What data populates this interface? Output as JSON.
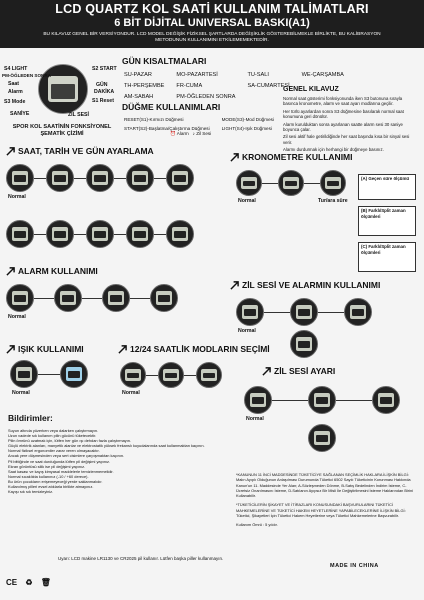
{
  "header": {
    "title": "LCD QUARTZ KOL SAATİ KULLANIM TALİMATLARI",
    "subtitle": "6 BİT DİJİTAL UNIVERSAL BASKI(A1)",
    "intro": "BU KILAVUZ GENEL BİR VERSİYONDUR. LCD MODEL DEĞİŞİK FİZİKSEL ŞARTLARDA DEĞİŞİKLİK GÖSTEREBİLMEKLE BİRLİKTE, BU KALİBRASYON METODUNUN KULLANIMINI ETKİLEMEMEKTEDİR."
  },
  "schematic": {
    "labels": [
      "S4 LIGHT",
      "PM-ÖĞLEDEN SONRA",
      "Saat",
      "Alarm",
      "S3 Mode",
      "SANİYE",
      "S2 START",
      "GÜN",
      "DAKİKA",
      "S1 Reset",
      "ZİL SESİ"
    ],
    "caption": "SPOR KOL SAATİNİN FONKSİYONEL ŞEMATİK ÇİZİMİ"
  },
  "days": {
    "title": "GÜN KISALTMALARI",
    "rows": [
      [
        "SU-PAZAR",
        "MO-PAZARTESİ",
        "TU-SALI",
        "WE-ÇARŞAMBA"
      ],
      [
        "TH-PERŞEMBE",
        "FR-CUMA",
        "SA-CUMARTESİ",
        ""
      ],
      [
        "AM-SABAH",
        "PM-ÖĞLEDEN SONRA",
        "",
        ""
      ]
    ]
  },
  "buttons": {
    "title": "DÜĞME KULLANIMLARI",
    "rows": [
      [
        "RESET(S1)-Kırmızı Düğmesi",
        "MODE(S3)-Mod Düğmesi"
      ],
      [
        "START(S2)-Başlatma/Çalıştırma Düğmesi",
        "LIGHT(S4)-Işık Düğmesi"
      ]
    ],
    "legend_alarm": "Alarm",
    "legend_bell": "Zil Sesi"
  },
  "general": {
    "title": "GENEL KILAVUZ",
    "items": [
      "Normal saat gösterimi fonksiyonunda iken S3 butonuna sırayla basınca kronometre, alarm ve saat ayarı modlarına geçilir.",
      "Her türlü ayarlardan sonra S3 düğmesine basılarak normal saat konumuna geri dönülür.",
      "Alarm kurulduktan sonra ayarlanan saatte alarm sesi 30 saniye boyunca çalar.",
      "Zil sesi aktif hale getirildiğinde her saat başında kısa bir sinyal sesi verir.",
      "Alarmı durdurmak için herhangi bir düğmeye basınız."
    ]
  },
  "sections": {
    "time": "SAAT, TARİH VE GÜN AYARLAMA",
    "chrono": "KRONOMETRE KULLANIMI",
    "alarm": "ALARM KULLANIMI",
    "bell": "ZİL SESİ VE ALARMIN KULLANIMI",
    "light": "IŞIK KULLANIMI",
    "mode12": "12/24 SAATLİK MODLARIN SEÇİMİ",
    "bell2": "ZİL SESİ AYARI"
  },
  "diagram_labels": {
    "normal": "Normal",
    "chrono_lap": "Tur/ara süre",
    "chrono_box_a": "(A) Geçen süre ölçümü",
    "chrono_box_b": "(B) Farklı/Split zaman ölçümleri",
    "chrono_box_c": "(C) Farklı/Split zaman ölçümleri"
  },
  "notes": {
    "title": "Bildirimler:",
    "items": [
      "Suyun altında yüzerken veya dalarken çalıştırmayın.",
      "Uzun vadede sık kullanım pilin gücünü tüketecektir.",
      "Pilin ömrünü uzatmak için, lütfen her gün ışı dehdan fazla çalıştırmayın.",
      "Güçlü elektrik alanları, manyetik alanlar ve elektrostatik yüksek frekanslı kuyudalarında saat kullanmaktan kaçının.",
      "Normal fiziksel ergonomiler zarar veren olmayacaktır.",
      "Ancak yere düşmesinden veya sert cisimlere çarpışmaktan kaçının.",
      "Pil bittiğinde ve saat durduğunda lütfen pil değişimi yapınız.",
      "Ekran görüntüsü silik ise pil değişimi yapınız.",
      "Saat kasası ve kayış kimyasal maddelerle temizlenmemelidir.",
      "Normal sıcaklıkta kullanınız (-10 / +60 derece).",
      "Bu ürün çocukların erişemeyeceği yerde saklanmalıdır.",
      "Kullanılmış pilleri evsel atıklarla birlikte atmayınız.",
      "Kayışı sık sık temizleyiniz.",
      "Uyarı: LCD makine LR1130 ve CR2025 pil kullanır. Lütfen başka piller kullanmayın."
    ]
  },
  "right_notes": {
    "p1": "*KANUNUN 11 İNCİ MADDESİNDE TÜKETİCİYE SAĞLANAN SEÇİMLİK HAKLARA İLİŞKİN BİLGİ: Malın Ayıplı Olduğunun Anlaşılması Durumunda Tüketici 6502 Sayılı Tüketicinin Korunması Hakkında Kanun'un 11. Maddesinde Yer Alan; A-Sözleşmeden Dönme, B-Satış Bedelinden İndirim İsteme, C-Ücretsiz Onarılmasını İsteme, D-Satılanın Ayıpsız Bir Misli İle Değiştirilmesini İsteme Haklarından Birini Kullanabilir.",
    "p2": "*TÜKETİCİLERİN ŞİKAYET VE İTİRAZLARI KONUSUNDAKİ BAŞVURULARINI TÜKETİCİ MAHKEMELERİNE VE TÜKETİCİ HAKEM HEYETLERİNE YAPABİLECEKLERİNE İLİŞKİN BİLGİ: Tüketici, Şikayetleri İçin Tüketici Hakem Heyetlerine veya Tüketici Mahkemelerine Başvurabilir.",
    "life": "Kullanım Ömrü : 5 yıldır."
  },
  "footer": {
    "made": "MADE IN CHINA",
    "user_note": "Uyarı: LCD makine LR1130 ve CR2025 pil kullanır. Lütfen başka piller kullanmayın."
  },
  "colors": {
    "header_bg": "#1e1e1e",
    "text": "#111111",
    "paper": "#f4f4f4"
  }
}
